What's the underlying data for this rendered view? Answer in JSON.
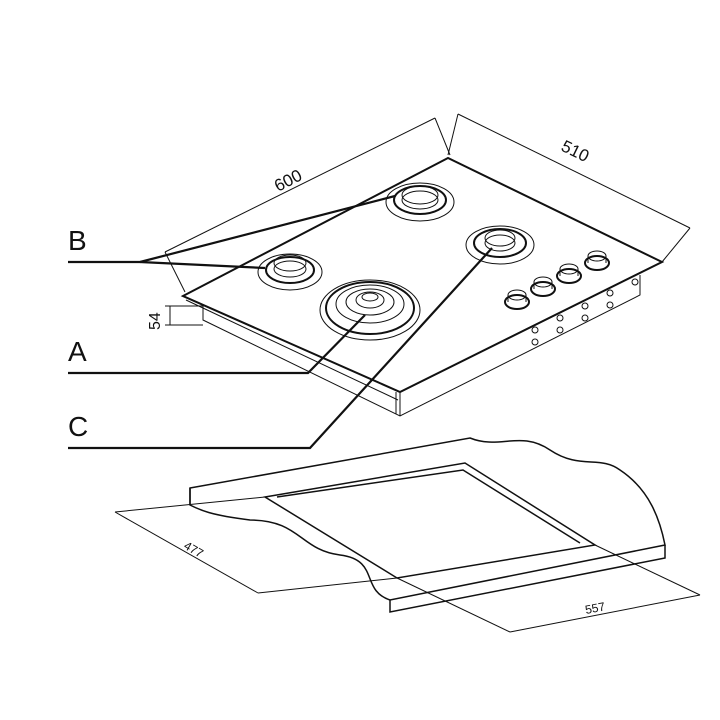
{
  "dimensions": {
    "width_top": "600",
    "depth_top": "510",
    "height": "54",
    "cutout_depth": "477",
    "cutout_width": "557"
  },
  "callouts": {
    "b": "B",
    "a": "A",
    "c": "C"
  }
}
